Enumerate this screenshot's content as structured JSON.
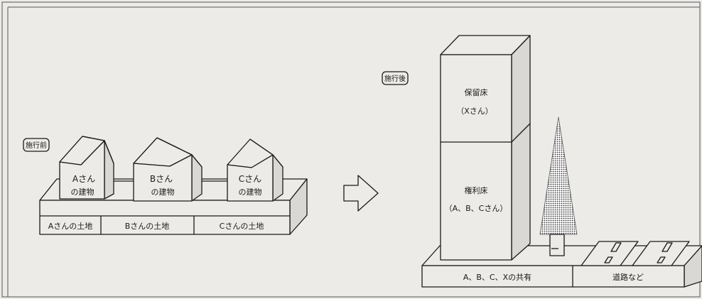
{
  "before": {
    "tag": "施行前",
    "buildings": [
      {
        "line1": "Aさん",
        "line2": "の建物"
      },
      {
        "line1": "Bさん",
        "line2": "の建物"
      },
      {
        "line1": "Cさん",
        "line2": "の建物"
      }
    ],
    "lands": [
      "Aさんの土地",
      "Bさんの土地",
      "Cさんの土地"
    ]
  },
  "after": {
    "tag": "施行後",
    "upper_floor": {
      "line1": "保留床",
      "line2": "（Xさん）"
    },
    "lower_floor": {
      "line1": "権利床",
      "line2": "（A、B、Cさん）"
    },
    "shared_land": "A、B、C、Xの共有",
    "road_land": "道路など"
  },
  "colors": {
    "ink": "#1a1a1a",
    "paper": "#ecebe8",
    "shade": "#d9d8d4"
  }
}
